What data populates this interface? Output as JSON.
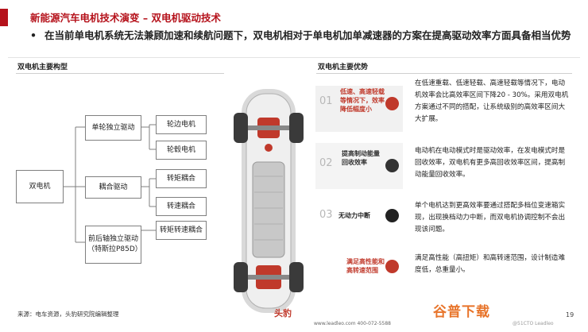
{
  "header": {
    "title": "新能源汽车电机技术演变 – 双电机驱动技术",
    "bullet": "在当前单电机系统无法兼顾加速和续航问题下，双电机相对于单电机加单减速器的方案在提高驱动效率方面具备相当优势"
  },
  "left_section": {
    "title": "双电机主要构型",
    "root": "双电机",
    "groups": [
      {
        "label": "单轮独立驱动",
        "children": [
          "轮边电机",
          "轮毂电机"
        ]
      },
      {
        "label": "耦合驱动",
        "children": [
          "转矩耦合",
          "转速耦合"
        ]
      },
      {
        "label": "前后轴独立驱动（特斯拉P85D）",
        "children": [
          "转矩转速耦合"
        ]
      }
    ]
  },
  "right_section": {
    "title": "双电机主要优势",
    "items": [
      {
        "num": "01",
        "label": "低速、高速轻载等情况下，效率降低幅度小",
        "icon": "engine-icon",
        "color": "#c0392b",
        "desc": "在低速重载、低速轻载、高速轻载等情况下，电动机效率会比高效率区间下降20 - 30%。采用双电机方案通过不同的搭配，让系统级别的高效率区间大大扩展。"
      },
      {
        "num": "02",
        "label": "提高制动能量回收效率",
        "icon": "battery-icon",
        "color": "#333333",
        "desc": "电动机在电动模式时是驱动效率，在发电模式时是回收效率，双电机有更多高回收效率区间，提高制动能量回收效率。"
      },
      {
        "num": "03",
        "label": "无动力中断",
        "icon": "gear-icon",
        "color": "#222222",
        "desc": "单个电机达到更高效率要通过搭配多档位变速箱实现，出现换档动力中断，而双电机协调控制不会出现该问题。"
      },
      {
        "num": "",
        "label": "满足高性能和高转速范围",
        "icon": "speed-icon",
        "color": "#c0392b",
        "desc": "满足高性能（高扭矩）和高转速范围，设计制造难度低，总重量小。"
      }
    ]
  },
  "footer": {
    "source": "来源：电车资源，头豹研究院编辑整理",
    "logo": "头豹",
    "link": "www.leadleo.com   400-072-5588",
    "page": "19",
    "watermark": "谷普下载",
    "watermark_sub": "@51CTO Leadleo"
  },
  "colors": {
    "accent": "#b5121b",
    "node_border": "#7f7f7f"
  }
}
